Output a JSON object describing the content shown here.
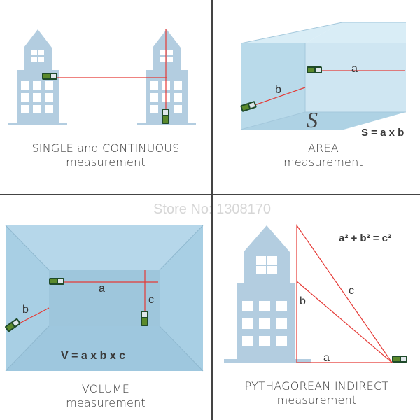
{
  "panels": {
    "single": {
      "title": "SINGLE and CONTINUOUS",
      "subtitle": "measurement"
    },
    "area": {
      "title": "AREA",
      "subtitle": "measurement",
      "formula": "S = a x b",
      "label_a": "a",
      "label_b": "b",
      "symbol": "S"
    },
    "volume": {
      "title": "VOLUME",
      "subtitle": "measurement",
      "formula": "V = a x b x c",
      "label_a": "a",
      "label_b": "b",
      "label_c": "c"
    },
    "pythagorean": {
      "title": "PYTHAGOREAN INDIRECT",
      "subtitle": "measurement",
      "formula": "a² + b² = c²",
      "label_a": "a",
      "label_b": "b",
      "label_c": "c"
    }
  },
  "watermark": "Store No: 1308170",
  "colors": {
    "building": "#b3cde0",
    "laser": "#e53935",
    "device": "#1f4a2a",
    "divider": "#444444"
  }
}
